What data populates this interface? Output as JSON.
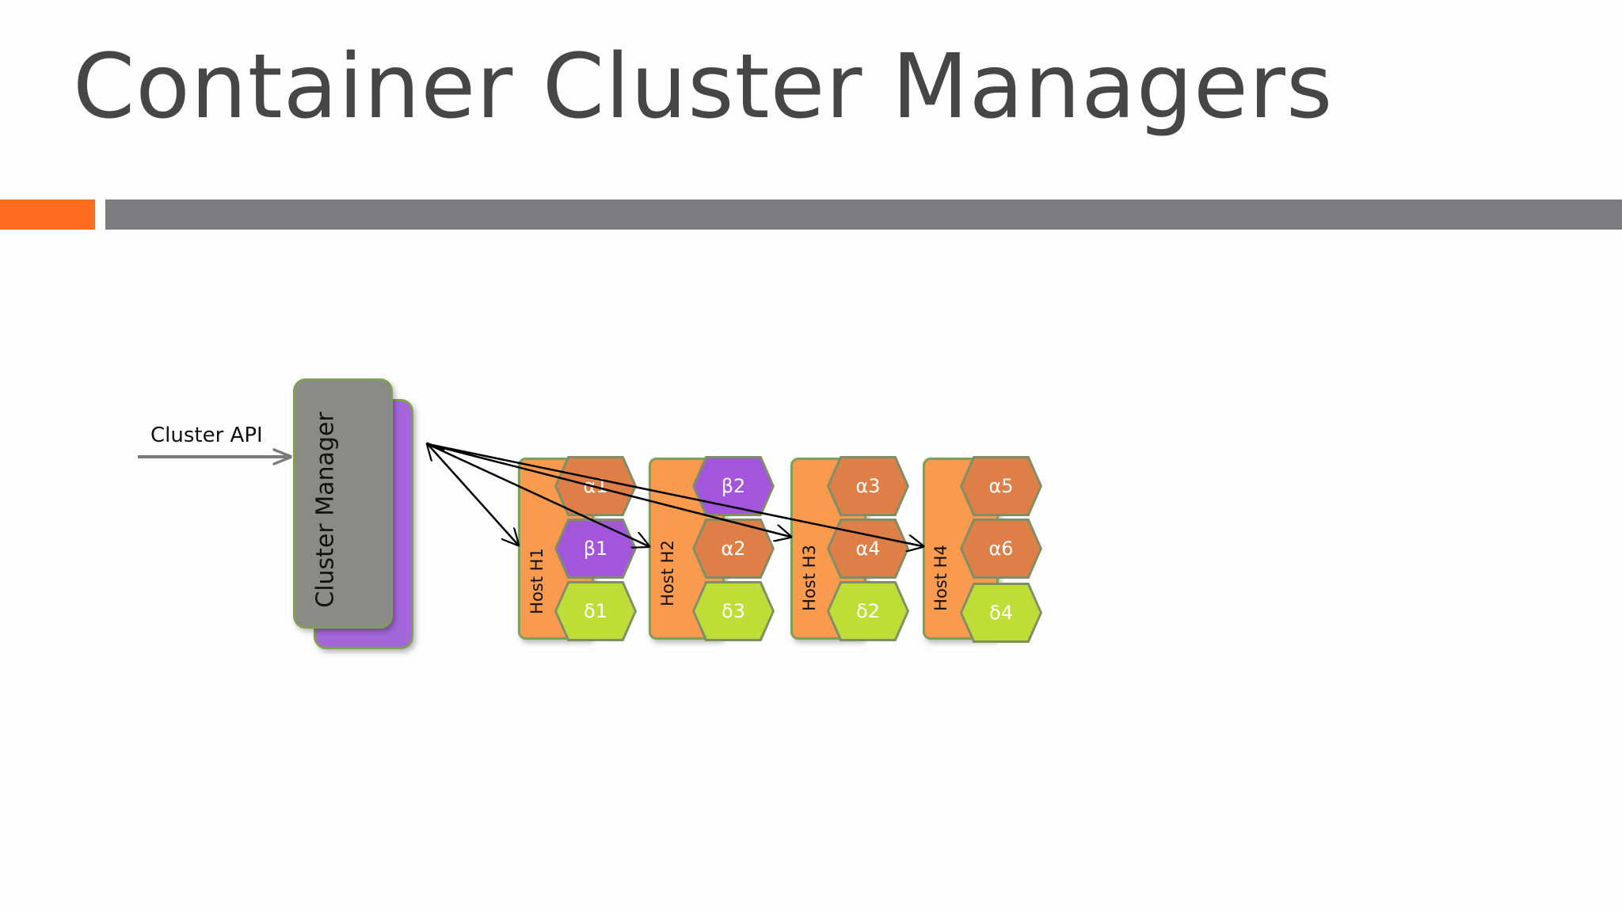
{
  "title": "Container Cluster Managers",
  "colors": {
    "accent_orange": "#ff6b1f",
    "bar_gray": "#7c7c7e",
    "cluster_manager": "#8a8a86",
    "cluster_manager_back": "#a467d9",
    "host": "#fa9a4e",
    "alpha": "#de7f48",
    "beta": "#a356dc",
    "delta": "#bfdd37"
  },
  "diagram": {
    "api_label": "Cluster API",
    "manager_label": "Cluster Manager",
    "hosts": [
      {
        "label": "Host H1",
        "containers": [
          "α1",
          "β1",
          "δ1"
        ]
      },
      {
        "label": "Host H2",
        "containers": [
          "β2",
          "α2",
          "δ3"
        ]
      },
      {
        "label": "Host H3",
        "containers": [
          "α3",
          "α4",
          "δ2"
        ]
      },
      {
        "label": "Host H4",
        "containers": [
          "α5",
          "α6",
          "δ4"
        ]
      }
    ]
  }
}
